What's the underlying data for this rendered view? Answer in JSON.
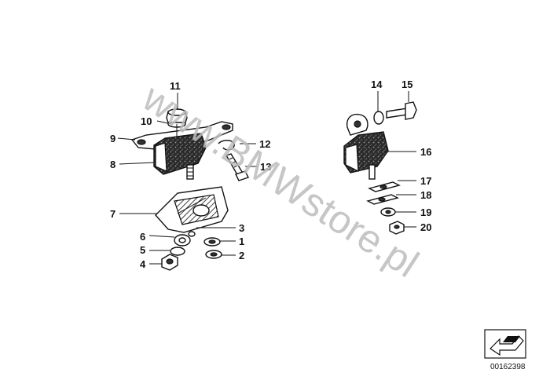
{
  "watermark": "www.BMWstore.pl",
  "diagram_code": "00162398",
  "callouts": {
    "c1": "1",
    "c2": "2",
    "c3": "3",
    "c4": "4",
    "c5": "5",
    "c6": "6",
    "c7": "7",
    "c8": "8",
    "c9": "9",
    "c10": "10",
    "c11": "11",
    "c12": "12",
    "c13": "13",
    "c14": "14",
    "c15": "15",
    "c16": "16",
    "c17": "17",
    "c18": "18",
    "c19": "19",
    "c20": "20"
  },
  "icons": {
    "corner": "arrow-icon"
  }
}
